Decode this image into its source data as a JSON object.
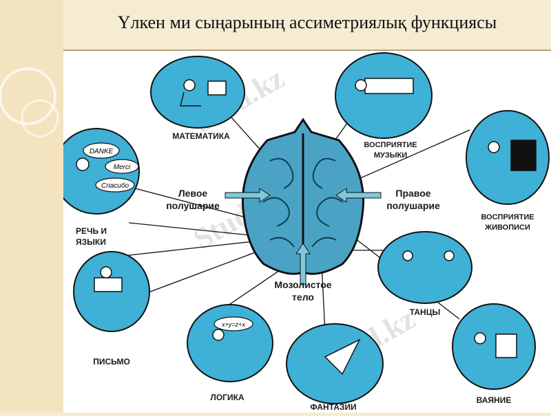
{
  "slide": {
    "title": "Үлкен ми сыңарының ассиметриялық функциясы",
    "watermark": "Stud.kz"
  },
  "diagram": {
    "hemispheres": {
      "left": [
        "Левое",
        "полушарие"
      ],
      "right": [
        "Правое",
        "полушарие"
      ],
      "corpus": [
        "Мозолистое",
        "тело"
      ]
    },
    "functions": {
      "math": "МАТЕМАТИКА",
      "music": [
        "ВОСПРИЯТИЕ",
        "МУЗЫКИ"
      ],
      "speech": [
        "РЕЧЬ И",
        "ЯЗЫКИ"
      ],
      "painting": [
        "ВОСПРИЯТИЕ",
        "ЖИВОПИСИ"
      ],
      "writing": "ПИСЬМО",
      "dance": "ТАНЦЫ",
      "logic": "ЛОГИКА",
      "fantasy": "ФАНТАЗИИ",
      "sculpture": "ВАЯНИЕ"
    },
    "bubbles": {
      "danke": "DANKE",
      "merci": "Merci",
      "spasibo": "Спасибо",
      "xyz": "x+y=z+x"
    }
  },
  "colors": {
    "circle_fill": "#3fb0d6",
    "brain_fill": "#4aa3c4",
    "outline": "#111111",
    "panel": "#f3e3bf"
  }
}
